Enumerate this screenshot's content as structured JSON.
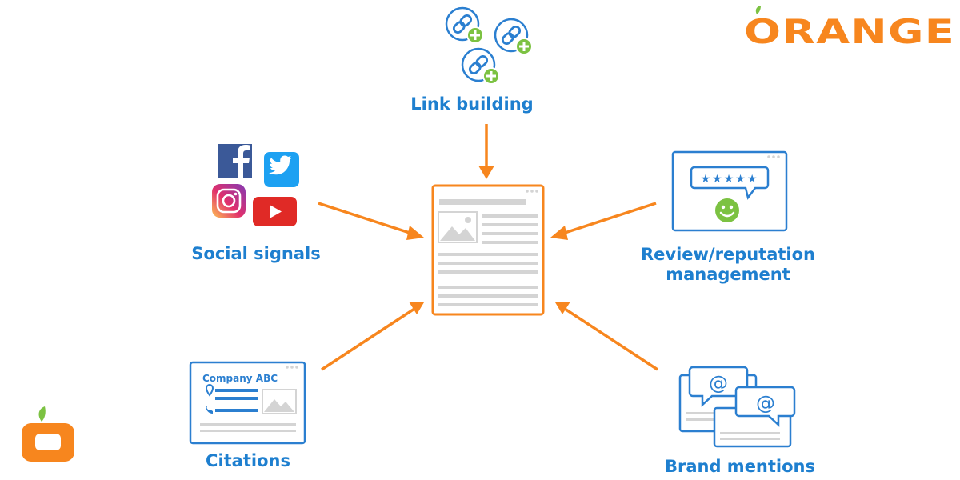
{
  "brand": {
    "wordmark": "ORANGE"
  },
  "nodes": {
    "link_building": "Link building",
    "social_signals": "Social signals",
    "review_line1": "Review/reputation",
    "review_line2": "management",
    "citations": "Citations",
    "brand_mentions": "Brand mentions"
  },
  "citation_card": {
    "company": "Company ABC"
  },
  "colors": {
    "accent_orange": "#F7861E",
    "label_blue": "#1E7FCF",
    "icon_blue": "#2B7FD0",
    "icon_green": "#7CC242",
    "gray": "#D4D4D4",
    "facebook": "#3B5998",
    "twitter": "#1DA1F2",
    "youtube": "#E02A26"
  },
  "icons": {
    "link_building": "link-plus-icon",
    "social": [
      "facebook-icon",
      "twitter-icon",
      "instagram-icon",
      "youtube-icon"
    ],
    "review": "star-rating-icon",
    "citations": "business-listing-icon",
    "brand": "at-sign-icon"
  }
}
